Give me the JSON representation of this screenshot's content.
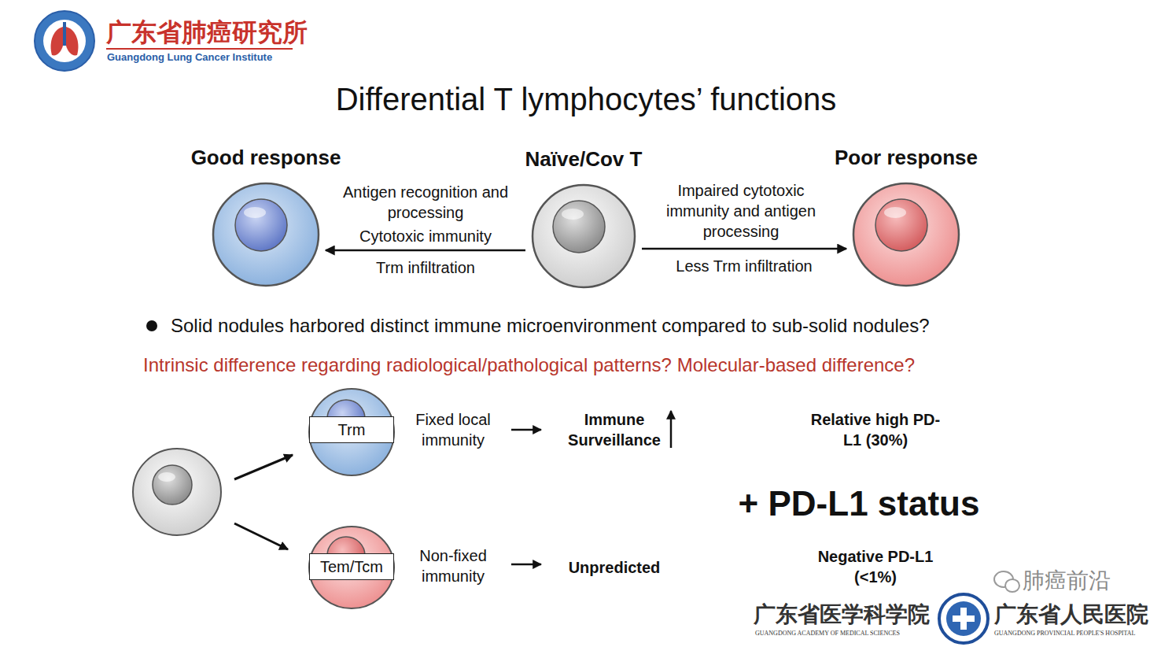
{
  "diagram": {
    "title": "Differential T lymphocytes’ functions",
    "nodes": [
      {
        "text": [
          "Good response"
        ]
      },
      {
        "text": [
          "Naïve/Cov T"
        ]
      },
      {
        "text": [
          "Poor response"
        ]
      },
      {
        "text": [
          "Trm"
        ]
      },
      {
        "text": [
          "Tem/Tcm"
        ]
      }
    ],
    "edges": [
      {
        "from": 1,
        "to": 0,
        "arrow": "to",
        "label": "Trm infiltration"
      },
      {
        "from": 1,
        "to": 2,
        "arrow": "to",
        "label": "Less Trm infiltration"
      }
    ],
    "labels": [
      "广东省肺癌研究所",
      "Guangdong Lung Cancer Institute",
      "Antigen recognition and processing",
      "Cytotoxic immunity",
      "Impaired cytotoxic immunity and antigen processing",
      "Solid nodules harbored distinct immune microenvironment compared to sub-solid nodules?",
      "Intrinsic difference regarding radiological/pathological patterns? Molecular-based difference?",
      "Fixed local immunity",
      "Immune Surveillance",
      "Non-fixed immunity",
      "Unpredicted",
      "Relative high PD-L1 (30%)",
      "+ PD-L1 status",
      "Negative PD-L1 (<1%)",
      "广东省医学科学院",
      "GUANGDONG ACADEMY OF MEDICAL SCIENCES",
      "广东省人民医院",
      "GUANGDONG PROVINCIAL PEOPLE'S HOSPITAL",
      "肺癌前沿"
    ]
  }
}
